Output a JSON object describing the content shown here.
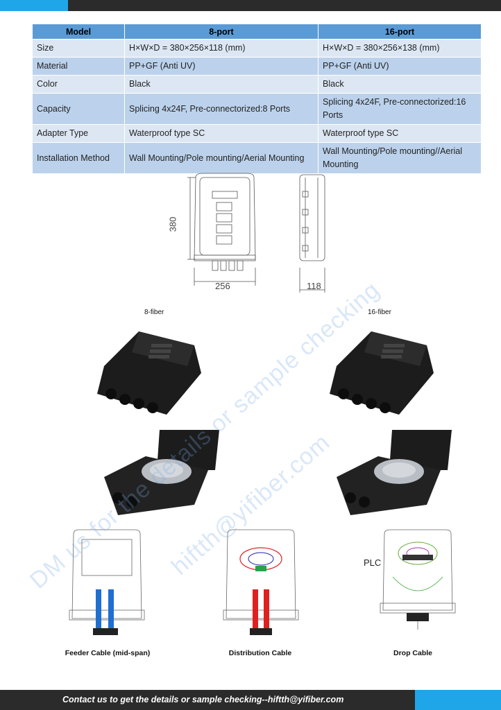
{
  "table": {
    "headers": [
      "Model",
      "8-port",
      "16-port"
    ],
    "rows": [
      [
        "Size",
        "H×W×D = 380×256×118 (mm)",
        "H×W×D = 380×256×138 (mm)"
      ],
      [
        "Material",
        "PP+GF (Anti UV)",
        "PP+GF (Anti UV)"
      ],
      [
        "Color",
        "Black",
        "Black"
      ],
      [
        "Capacity",
        "Splicing 4x24F, Pre-connectorized:8 Ports",
        "Splicing 4x24F, Pre-connectorized:16 Ports"
      ],
      [
        "Adapter Type",
        "Waterproof type SC",
        "Waterproof type SC"
      ],
      [
        "Installation Method",
        "Wall Mounting/Pole mounting/Aerial Mounting",
        "Wall Mounting/Pole mounting//Aerial Mounting"
      ]
    ]
  },
  "drawing": {
    "height_dim": "380",
    "width_dim": "256",
    "depth_dim": "118"
  },
  "products": {
    "label_8": "8-fiber",
    "label_16": "16-fiber"
  },
  "diagrams": {
    "plc_label": "PLC",
    "captions": [
      "Feeder Cable (mid-span)",
      "Distribution Cable",
      "Drop Cable"
    ]
  },
  "watermark": {
    "line1": "DM us for the details or sample checking",
    "line2": "hiftth@yifiber.com"
  },
  "footer": {
    "text": "Contact us to get the details or sample checking--hiftth@yifiber.com"
  },
  "colors": {
    "header_blue": "#5b9bd5",
    "row_light": "#dde7f4",
    "row_dark": "#bcd2ec",
    "accent": "#1fa6e8",
    "bar": "#2b2b2b"
  }
}
